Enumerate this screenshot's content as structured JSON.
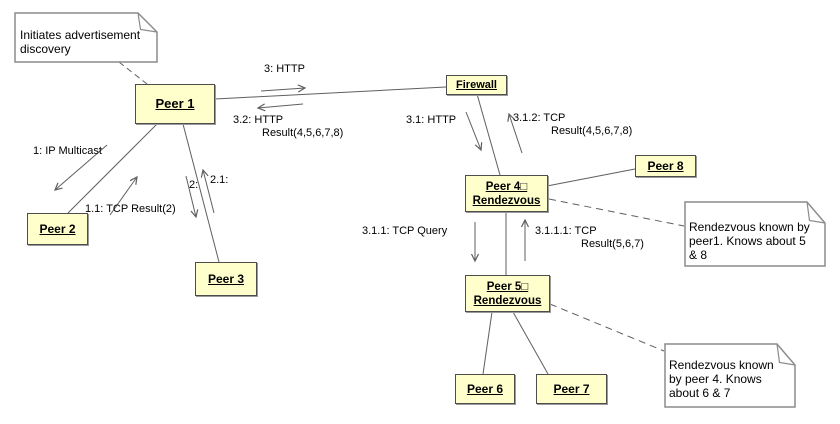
{
  "diagram": {
    "kind": "uml-collaboration-diagram",
    "colors": {
      "node_fill": "#ffffcc",
      "node_border": "#4d4d4d",
      "connector": "#5f5f5f",
      "note_border": "#8c8c8c",
      "note_fill": "#ffffff",
      "text": "#000000"
    }
  },
  "nodes": [
    {
      "id": "peer1",
      "label": "Peer 1"
    },
    {
      "id": "firewall",
      "label": "Firewall"
    },
    {
      "id": "peer8",
      "label": "Peer 8"
    },
    {
      "id": "peer4",
      "label": "Peer 4□",
      "label2": "Rendezvous"
    },
    {
      "id": "peer5",
      "label": "Peer 5□",
      "label2": "Rendezvous"
    },
    {
      "id": "peer2",
      "label": "Peer 2"
    },
    {
      "id": "peer3",
      "label": "Peer 3"
    },
    {
      "id": "peer6",
      "label": "Peer 6"
    },
    {
      "id": "peer7",
      "label": "Peer 7"
    }
  ],
  "notes": [
    {
      "id": "initiates",
      "text": "Initiates advertisement\n discovery"
    },
    {
      "id": "rendezvous-of-peer1",
      "text": "Rendezvous known by\npeer1. Knows about 5\n& 8"
    },
    {
      "id": "rendezvous-of-peer4",
      "text": "Rendezvous known\nby peer 4. Knows\nabout 6 & 7"
    }
  ],
  "messages": [
    {
      "text": "1: IP Multicast"
    },
    {
      "text": "1.1: TCP Result(2)"
    },
    {
      "text": "2:"
    },
    {
      "text": "2.1:"
    },
    {
      "text": "3: HTTP"
    },
    {
      "text": "3.1: HTTP"
    },
    {
      "text": "3.1.1: TCP Query"
    },
    {
      "line1": "3.1.1.1: TCP",
      "line2": "Result(5,6,7)"
    },
    {
      "line1": "3.1.2: TCP",
      "line2": "Result(4,5,6,7,8)"
    },
    {
      "line1": "3.2: HTTP",
      "line2": "Result(4,5,6,7,8)"
    }
  ]
}
